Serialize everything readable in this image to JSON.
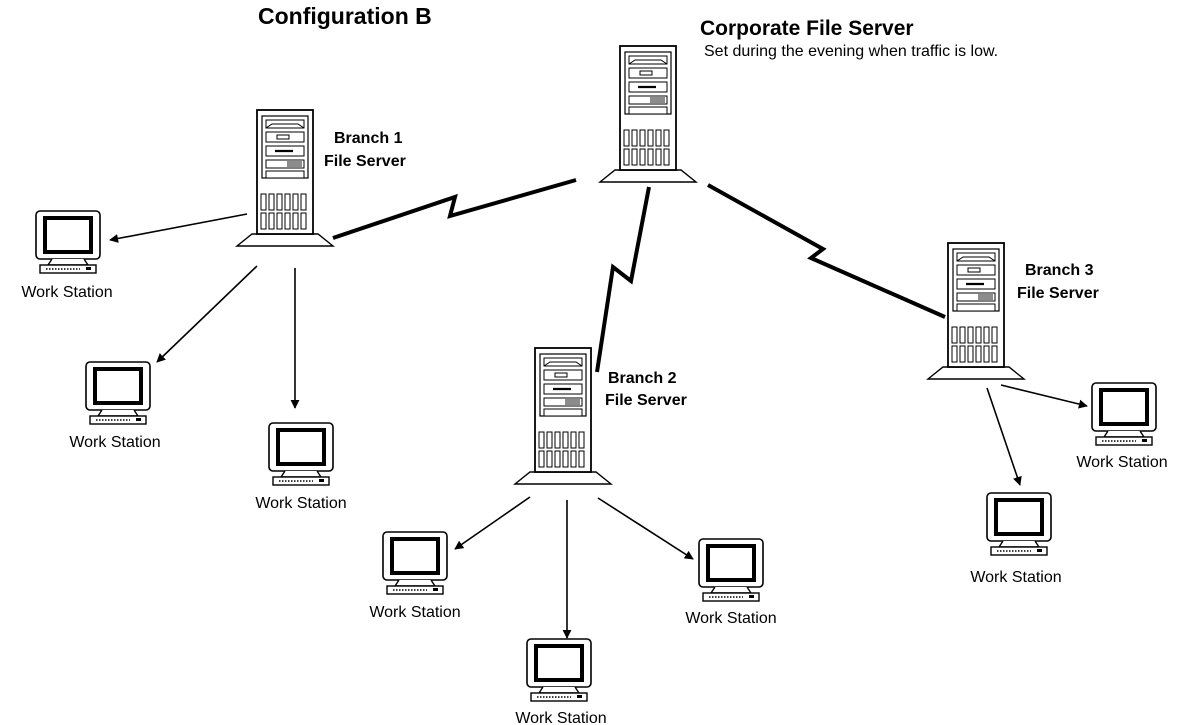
{
  "title": "Configuration B",
  "corporate": {
    "name": "Corporate File Server",
    "note": "Set during the evening when traffic is low."
  },
  "branches": [
    {
      "line1": "Branch 1",
      "line2": "File Server"
    },
    {
      "line1": "Branch 2",
      "line2": "File Server"
    },
    {
      "line1": "Branch 3",
      "line2": "File Server"
    }
  ],
  "workstation_label": "Work Station",
  "icons": {
    "server": "tower-server-icon",
    "workstation": "monitor-workstation-icon"
  }
}
